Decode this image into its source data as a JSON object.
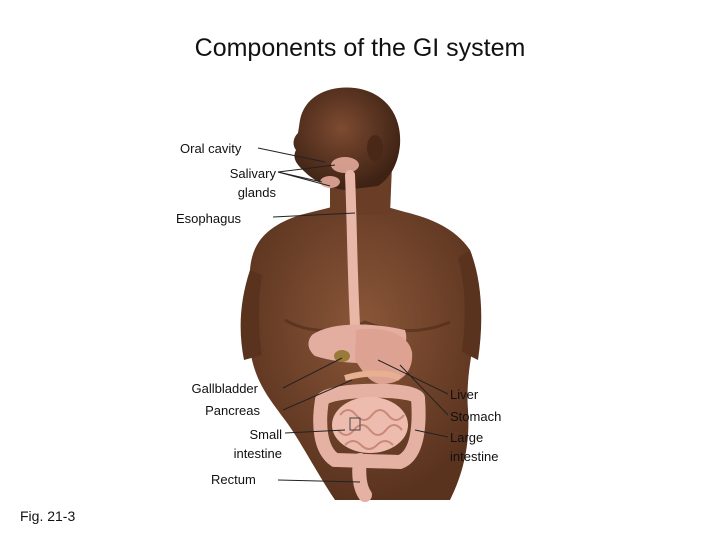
{
  "title": "Components of the GI system",
  "figure_caption": "Fig. 21-3",
  "labels": {
    "oral_cavity": "Oral cavity",
    "salivary_glands_1": "Salivary",
    "salivary_glands_2": "glands",
    "esophagus": "Esophagus",
    "gallbladder": "Gallbladder",
    "pancreas": "Pancreas",
    "small_intestine_1": "Small",
    "small_intestine_2": "intestine",
    "rectum": "Rectum",
    "liver": "Liver",
    "stomach": "Stomach",
    "large_intestine_1": "Large",
    "large_intestine_2": "intestine"
  },
  "colors": {
    "skin": "#7a4a30",
    "skin_shadow": "#4e2c1a",
    "organ": "#e9b7a8",
    "organ_dark": "#c98978",
    "liver": "#b9705e"
  }
}
